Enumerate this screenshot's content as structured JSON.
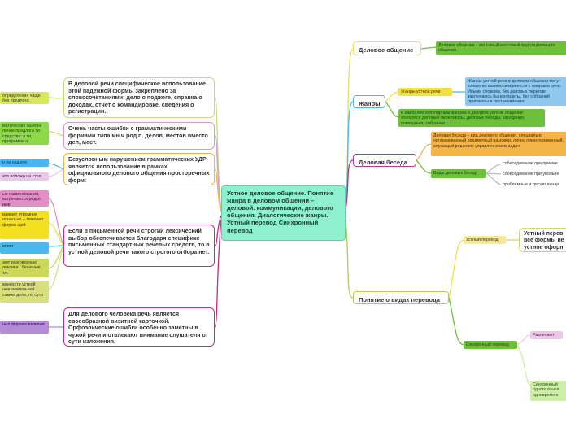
{
  "central": "Устное деловое общение. Понятие жанра в деловом общении – деловой. коммуникации, делового общения. Диалогические жанры. Устный перевод Синхронный перевод",
  "topics": {
    "delovoe": "Деловое общение",
    "zhanry": "Жанры",
    "beseda": "Деловая беседа",
    "perevod": "Понятие о видах перевода"
  },
  "right_nodes": {
    "delovoe_desc": "Деловое общение - это самый массовый вид социального общения.",
    "zhanry_ustnoy": "Жанры устной речи",
    "zhanry_ustnoy_desc": "Жанры устной речи в деловом общении могут только во взаимосвязанности с жанрами речи. Иными словами, без деловых перегово заключаюсь бы контракты, без собраний протоколы и постановления.",
    "zhanry_popular": "К наиболее популярным жанрам в деловом устном общении относятся деловые переговоры, деловые беседы, заседания, совещания, собрания.",
    "beseda_desc": "Деловая беседа – вид делового общения, специально организованный предметный разговор, лично ориентированный, служащий решению управленческих задач.",
    "vidy_besed": "Виды деловых бесед:",
    "vid1": "собеседование при приеме",
    "vid2": "собеседование при увольне",
    "vid3": "проблемные и дисциплинар",
    "ustny_perevod": "Устный перевод",
    "ustny_perevod_desc": "Устный перев все формы пе устное офорн",
    "sinhron": "Синхронный перевод",
    "razlichayut": "Различают",
    "sinhron_desc": "Синхронный одного языка одновременн"
  },
  "left_big": [
    "В деловой речи специфическое использование этой падежной формы закреплено за словосочетаниями: дело о поджоге, справка о доходах, отчет о командировке, сведения о регистрации.",
    "Очень часты ошибки с грамматическими формами типа мн.ч род.п. делов, местов вместо дел, мест.",
    "Безусловным нарушением грамматических УДР является использование в рамках официального делового общения просторечных форм:",
    "Если в письменной речи строгий лексический выбор обеспечивается благодаря специфике письменных стандартных речевых средств, то в устной деловой речи такого строгого отбора нет.",
    "Для делового человека речь является своеобразной визитной карточкой. Орфоэпические ошибки особенно заметны в чужой речи и отвлекают внимание слушателя от сути изложения."
  ],
  "left_small": [
    "определения чаще без предлога:",
    "матических ошибок ление предлога ти средства: я ти, программа о",
    "о не нашите",
    "ето положи на стол.",
    "ые наименования, встречаются редко. ими:",
    "мижает огромное ионально – тяжелая фирма щий",
    "вляет",
    "ают разговорные лексика / бешеные т.п.",
    "ванности устной незначительной самом деле, по сути",
    "ных формах включит."
  ]
}
